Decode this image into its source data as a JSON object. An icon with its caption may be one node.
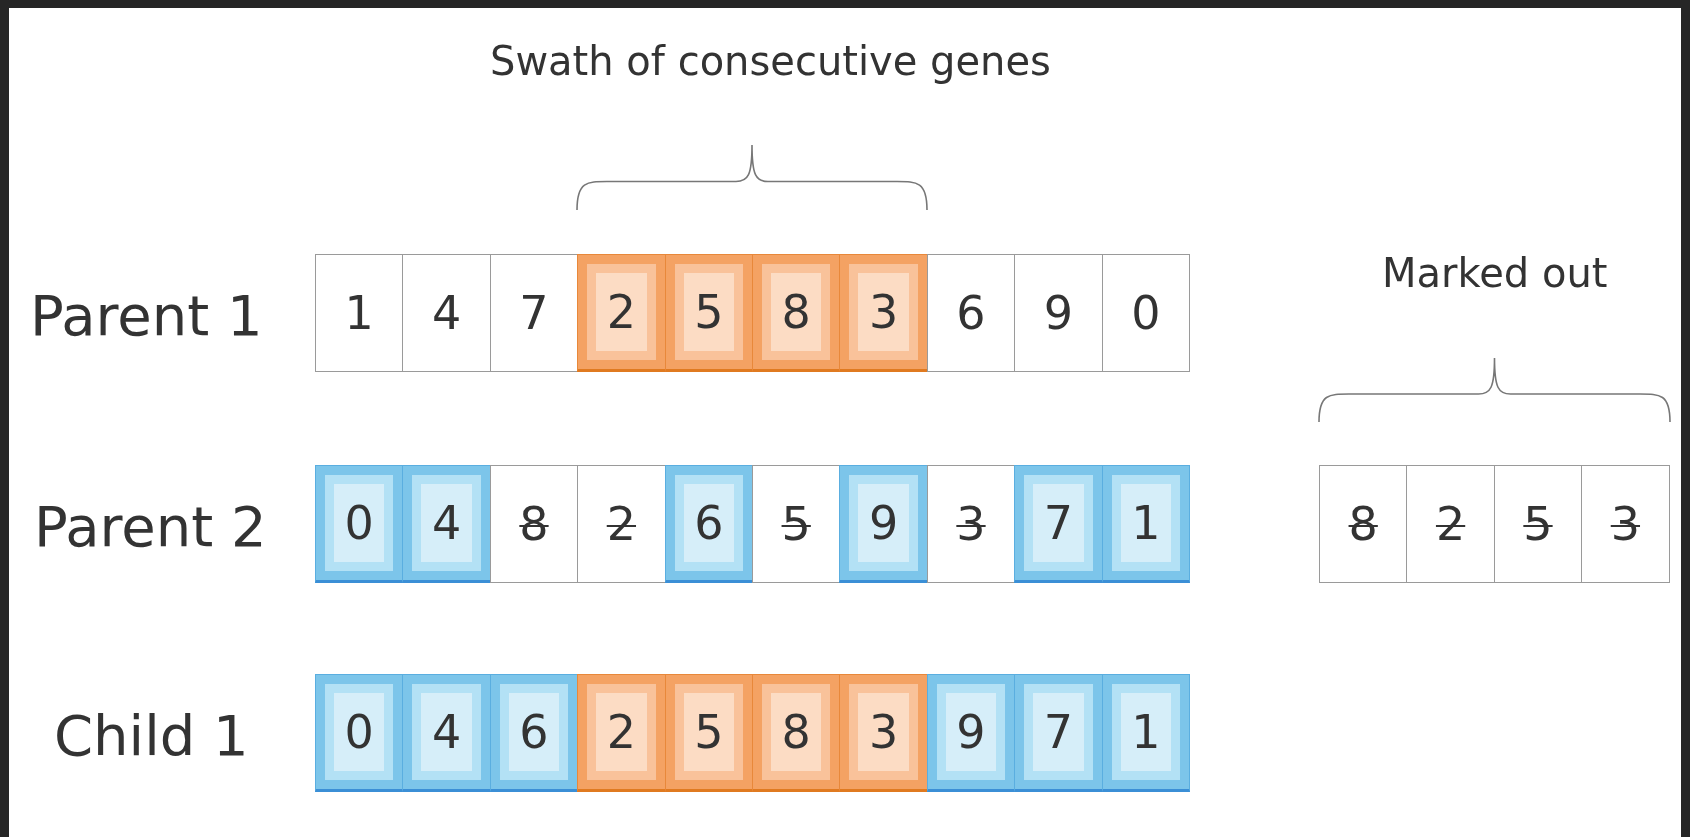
{
  "diagram": {
    "nodes": [
      {
        "text": [
          "1"
        ]
      },
      {
        "text": [
          "4"
        ]
      },
      {
        "text": [
          "7"
        ]
      },
      {
        "text": [
          "2"
        ]
      },
      {
        "text": [
          "5"
        ]
      },
      {
        "text": [
          "8"
        ]
      },
      {
        "text": [
          "3"
        ]
      },
      {
        "text": [
          "6"
        ]
      },
      {
        "text": [
          "9"
        ]
      },
      {
        "text": [
          "0"
        ]
      },
      {
        "text": [
          "0"
        ]
      },
      {
        "text": [
          "4"
        ]
      },
      {
        "text": [
          "8"
        ]
      },
      {
        "text": [
          "2"
        ]
      },
      {
        "text": [
          "6"
        ]
      },
      {
        "text": [
          "5"
        ]
      },
      {
        "text": [
          "9"
        ]
      },
      {
        "text": [
          "3"
        ]
      },
      {
        "text": [
          "7"
        ]
      },
      {
        "text": [
          "1"
        ]
      },
      {
        "text": [
          "8"
        ]
      },
      {
        "text": [
          "2"
        ]
      },
      {
        "text": [
          "5"
        ]
      },
      {
        "text": [
          "3"
        ]
      },
      {
        "text": [
          "0"
        ]
      },
      {
        "text": [
          "4"
        ]
      },
      {
        "text": [
          "6"
        ]
      },
      {
        "text": [
          "2"
        ]
      },
      {
        "text": [
          "5"
        ]
      },
      {
        "text": [
          "8"
        ]
      },
      {
        "text": [
          "3"
        ]
      },
      {
        "text": [
          "9"
        ]
      },
      {
        "text": [
          "7"
        ]
      },
      {
        "text": [
          "1"
        ]
      }
    ],
    "labels": [
      "Swath of consecutive genes",
      "Parent 1",
      "Marked out",
      "Parent 2",
      "Child 1"
    ]
  }
}
